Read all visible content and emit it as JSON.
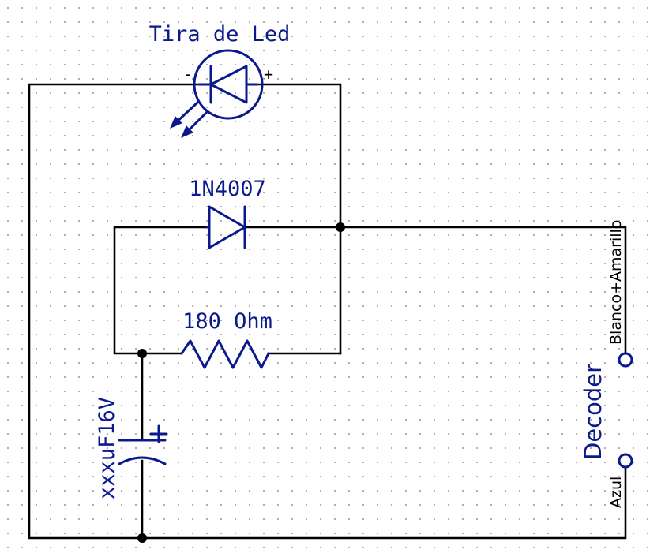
{
  "components": {
    "led_strip": {
      "label": "Tira de Led",
      "minus": "-",
      "plus": "+"
    },
    "diode": {
      "label": "1N4007"
    },
    "resistor": {
      "label": "180 Ohm"
    },
    "capacitor": {
      "label": "xxxuF16V",
      "plus": "+"
    },
    "decoder": {
      "label": "Decoder",
      "pin_top": "Blanco+Amarillo",
      "pin_bottom": "Azul"
    }
  },
  "colors": {
    "component": "#0a1a8c",
    "wire": "#000000",
    "grid": "#9a9a9a"
  }
}
